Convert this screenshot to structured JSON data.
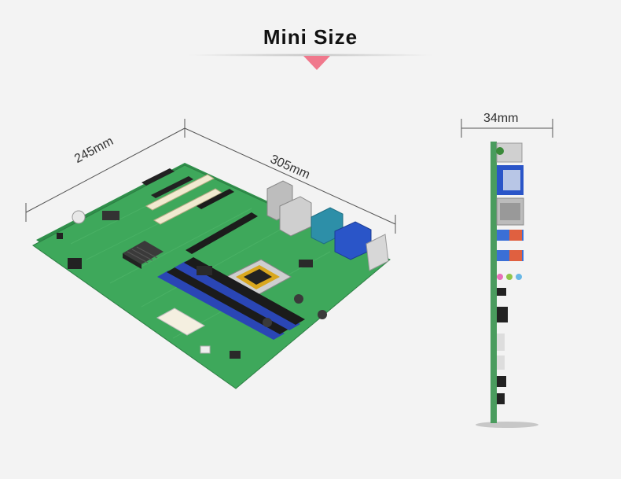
{
  "title": "Mini Size",
  "dimensions": {
    "depth": "245mm",
    "width": "305mm",
    "height": "34mm"
  },
  "colors": {
    "accent": "#f0788c",
    "pcb": "#3aa157",
    "dimm": "#2a46b5",
    "background": "#f3f3f3"
  }
}
